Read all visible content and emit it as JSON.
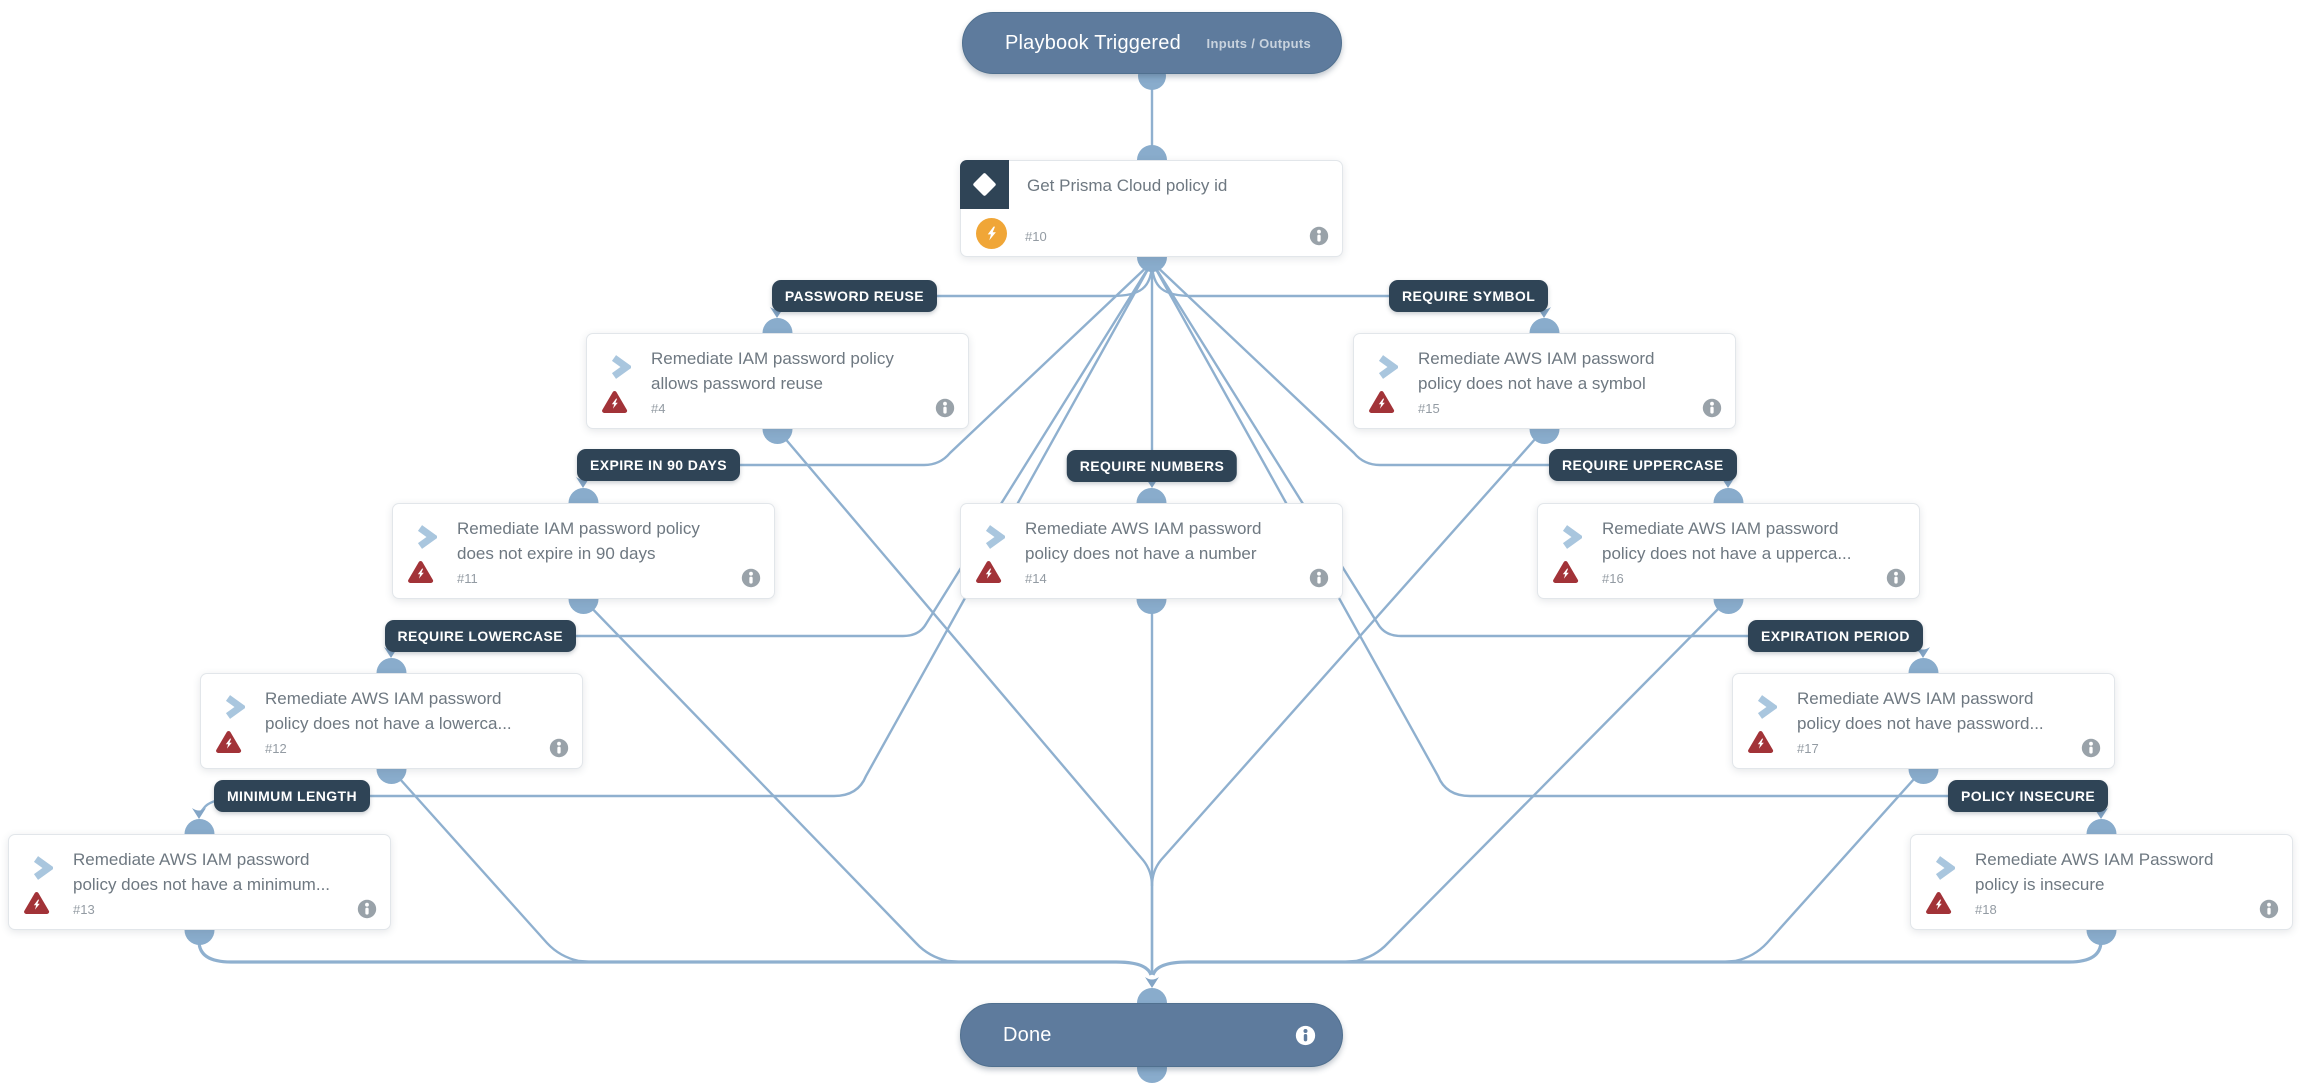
{
  "colors": {
    "navy": "#2f4456",
    "pill_blue": "#5e7b9d",
    "line_blue": "#8fb0cf",
    "connector_blue": "#89accc",
    "amber": "#f0a637",
    "error_red": "#a23338",
    "chevron_blue": "#a9c6de",
    "title_gray": "#6e7881"
  },
  "start_node": {
    "title": "Playbook Triggered",
    "action_label": "Inputs / Outputs"
  },
  "condition_task": {
    "title": "Get Prisma Cloud policy id",
    "id": "#10"
  },
  "branches": [
    {
      "label": "PASSWORD REUSE",
      "task": {
        "id": "#4",
        "title": "Remediate IAM password policy allows password reuse"
      }
    },
    {
      "label": "REQUIRE SYMBOL",
      "task": {
        "id": "#15",
        "title": "Remediate AWS IAM password policy does not have a symbol"
      }
    },
    {
      "label": "EXPIRE IN 90 DAYS",
      "task": {
        "id": "#11",
        "title": "Remediate IAM password policy does not expire in 90 days"
      }
    },
    {
      "label": "REQUIRE NUMBERS",
      "task": {
        "id": "#14",
        "title": "Remediate AWS IAM password policy does not have a number"
      }
    },
    {
      "label": "REQUIRE UPPERCASE",
      "task": {
        "id": "#16",
        "title": "Remediate AWS IAM password policy does not have a upperca..."
      }
    },
    {
      "label": "REQUIRE LOWERCASE",
      "task": {
        "id": "#12",
        "title": "Remediate AWS IAM password policy does not have a lowerca..."
      }
    },
    {
      "label": "EXPIRATION PERIOD",
      "task": {
        "id": "#17",
        "title": "Remediate AWS IAM password policy does not have password..."
      }
    },
    {
      "label": "MINIMUM LENGTH",
      "task": {
        "id": "#13",
        "title": "Remediate AWS IAM password policy does not have a minimum..."
      }
    },
    {
      "label": "POLICY INSECURE",
      "task": {
        "id": "#18",
        "title": "Remediate AWS IAM Password policy is insecure"
      }
    }
  ],
  "end_node": {
    "title": "Done"
  },
  "icons": {
    "condition": "diamond-icon",
    "automation": "lightning-icon",
    "subplaybook": "chevron-icon",
    "error": "error-triangle-icon",
    "info": "info-icon"
  }
}
